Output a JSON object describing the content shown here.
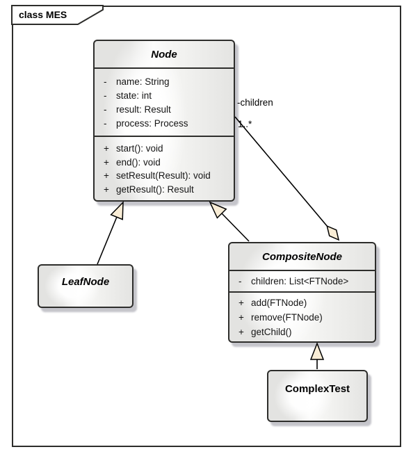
{
  "frame": {
    "label": "class MES"
  },
  "classes": {
    "node": {
      "name": "Node",
      "attributes": [
        {
          "vis": "-",
          "text": "name: String"
        },
        {
          "vis": "-",
          "text": "state: int"
        },
        {
          "vis": "-",
          "text": "result: Result"
        },
        {
          "vis": "-",
          "text": "process: Process"
        }
      ],
      "methods": [
        {
          "vis": "+",
          "text": "start(): void"
        },
        {
          "vis": "+",
          "text": "end(): void"
        },
        {
          "vis": "+",
          "text": "setResult(Result): void"
        },
        {
          "vis": "+",
          "text": "getResult(): Result"
        }
      ]
    },
    "leafnode": {
      "name": "LeafNode"
    },
    "compositenode": {
      "name": "CompositeNode",
      "attributes": [
        {
          "vis": "-",
          "text": "children: List<FTNode>"
        }
      ],
      "methods": [
        {
          "vis": "+",
          "text": "add(FTNode)"
        },
        {
          "vis": "+",
          "text": "remove(FTNode)"
        },
        {
          "vis": "+",
          "text": "getChild()"
        }
      ]
    },
    "complextest": {
      "name": "ComplexTest"
    }
  },
  "association": {
    "role": "-children",
    "multiplicity": "1..*"
  },
  "colors": {
    "box_border": "#2d2d2b",
    "box_fill": "#e8e8e6",
    "arrowhead_fill": "#f9edd6",
    "line": "#000000",
    "background": "#ffffff"
  }
}
